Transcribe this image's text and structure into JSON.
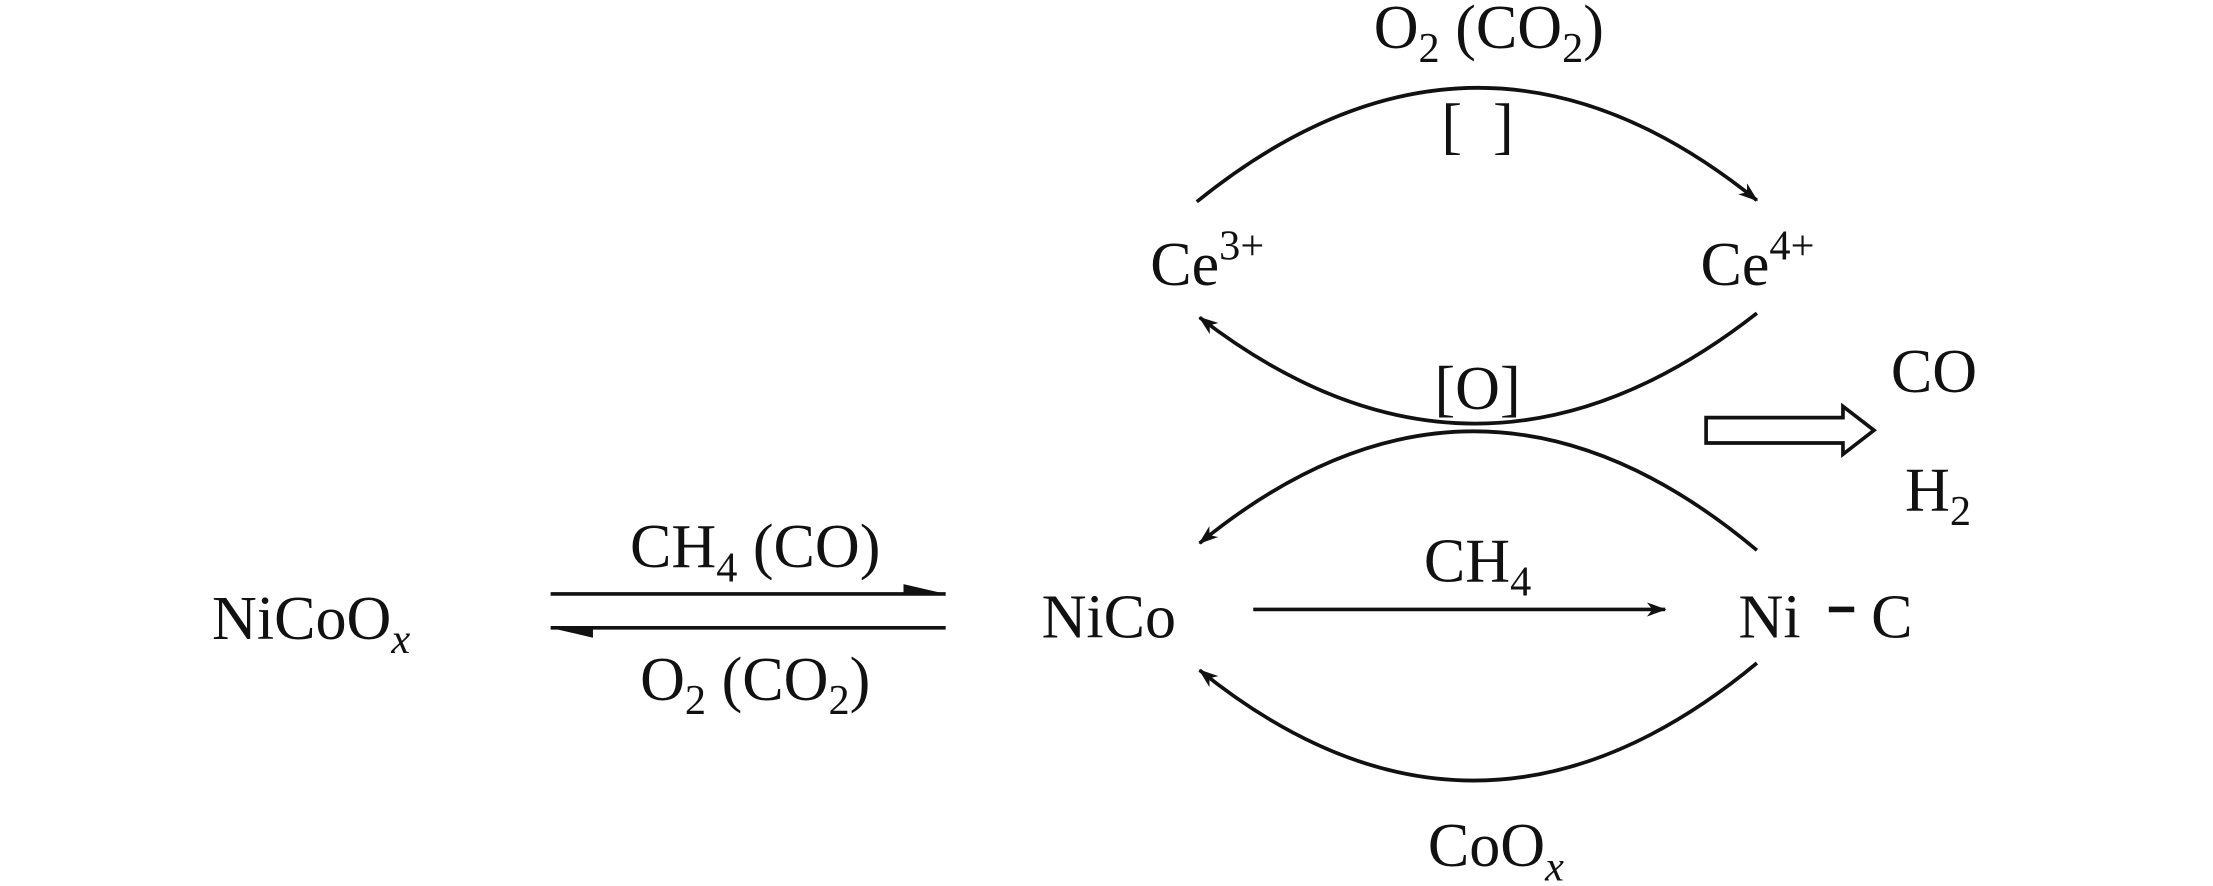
{
  "species": {
    "nicoox": {
      "main": "NiCoO",
      "sub": "x"
    },
    "nico": "NiCo",
    "nic": {
      "ni": "Ni",
      "c": "C"
    },
    "ce3": {
      "main": "Ce",
      "sup": "3+"
    },
    "ce4": {
      "main": "Ce",
      "sup": "4+"
    },
    "co": "CO",
    "h2": {
      "main": "H",
      "sub": "2"
    }
  },
  "labels": {
    "forward": {
      "a": "CH",
      "a_sub": "4",
      "b": " (CO)"
    },
    "reverse": {
      "a": "O",
      "a_sub": "2",
      "b": " (CO",
      "b_sub": "2",
      "c": ")"
    },
    "ch4": {
      "a": "CH",
      "a_sub": "4"
    },
    "top_arc": {
      "a": "O",
      "a_sub": "2",
      "b": " (CO",
      "b_sub": "2",
      "c": ")"
    },
    "vacancy": "[  ]",
    "oxygen": "[O]",
    "coox": {
      "main": "CoO",
      "sub": "x"
    }
  }
}
